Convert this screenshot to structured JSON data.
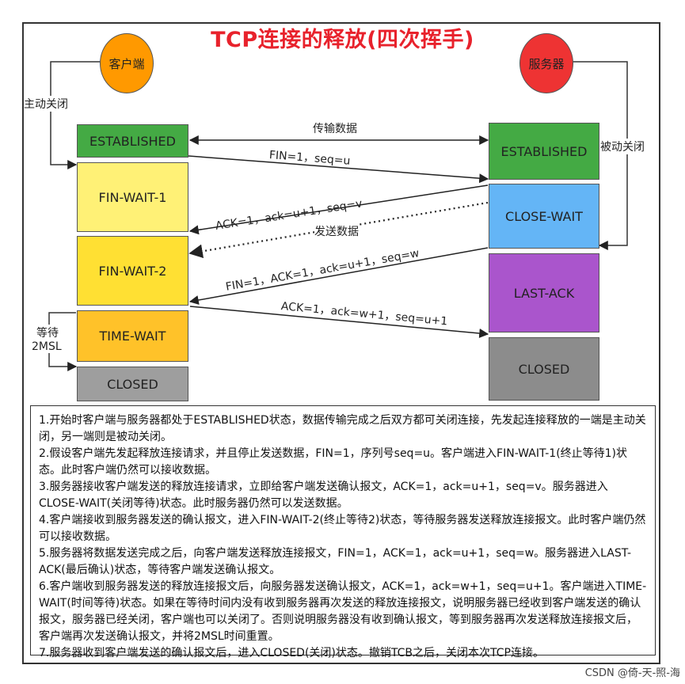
{
  "title": "TCP连接的释放(四次挥手)",
  "client": {
    "label": "客户端",
    "color": "#ff9900"
  },
  "server": {
    "label": "服务器",
    "color": "#ee3333"
  },
  "side_labels": {
    "active_close": "主动关闭",
    "passive_close": "被动关闭",
    "wait_2msl_line1": "等待",
    "wait_2msl_line2": "2MSL"
  },
  "client_states": [
    {
      "label": "ESTABLISHED",
      "color": "#44aa44"
    },
    {
      "label": "FIN-WAIT-1",
      "color": "#fff176"
    },
    {
      "label": "FIN-WAIT-2",
      "color": "#ffe033"
    },
    {
      "label": "TIME-WAIT",
      "color": "#ffc229"
    },
    {
      "label": "CLOSED",
      "color": "#9e9e9e"
    }
  ],
  "server_states": [
    {
      "label": "ESTABLISHED",
      "color": "#44aa44"
    },
    {
      "label": "CLOSE-WAIT",
      "color": "#64b5f6"
    },
    {
      "label": "LAST-ACK",
      "color": "#aa55cc"
    },
    {
      "label": "CLOSED",
      "color": "#8c8c8c"
    }
  ],
  "messages": {
    "data_transfer": "传输数据",
    "fin1": "FIN=1，seq=u",
    "ack1": "ACK=1，ack=u+1，seq=v",
    "server_data": "发送数据",
    "fin2": "FIN=1，ACK=1，ack=u+1，seq=w",
    "ack2": "ACK=1，ack=w+1，seq=u+1"
  },
  "notes": [
    "1.开始时客户端与服务器都处于ESTABLISHED状态，数据传输完成之后双方都可关闭连接，先发起连接释放的一端是主动关闭，另一端则是被动关闭。",
    "2.假设客户端先发起释放连接请求，并且停止发送数据，FIN=1，序列号seq=u。客户端进入FIN-WAIT-1(终止等待1)状态。此时客户端仍然可以接收数据。",
    "3.服务器接收客户端发送的释放连接请求，立即给客户端发送确认报文，ACK=1，ack=u+1，seq=v。服务器进入CLOSE-WAIT(关闭等待)状态。此时服务器仍然可以发送数据。",
    "4.客户端接收到服务器发送的确认报文，进入FIN-WAIT-2(终止等待2)状态，等待服务器发送释放连接报文。此时客户端仍然可以接收数据。",
    "5.服务器将数据发送完成之后，向客户端发送释放连接报文，FIN=1，ACK=1，ack=u+1，seq=w。服务器进入LAST-ACK(最后确认)状态，等待客户端发送确认报文。",
    "6.客户端收到服务器发送的释放连接报文后，向服务器发送确认报文，ACK=1，ack=w+1，seq=u+1。客户端进入TIME-WAIT(时间等待)状态。如果在等待时间内没有收到服务器再次发送的释放连接报文，说明服务器已经收到客户端发送的确认报文，服务器已经关闭，客户端也可以关闭了。否则说明服务器没有收到确认报文，等到服务器再次发送释放连接报文后，客户端再次发送确认报文，并将2MSL时间重置。",
    "7.服务器收到客户端发送的确认报文后，进入CLOSED(关闭)状态。撤销TCB之后，关闭本次TCP连接。"
  ],
  "watermark": "CSDN @倚-天-照-海"
}
